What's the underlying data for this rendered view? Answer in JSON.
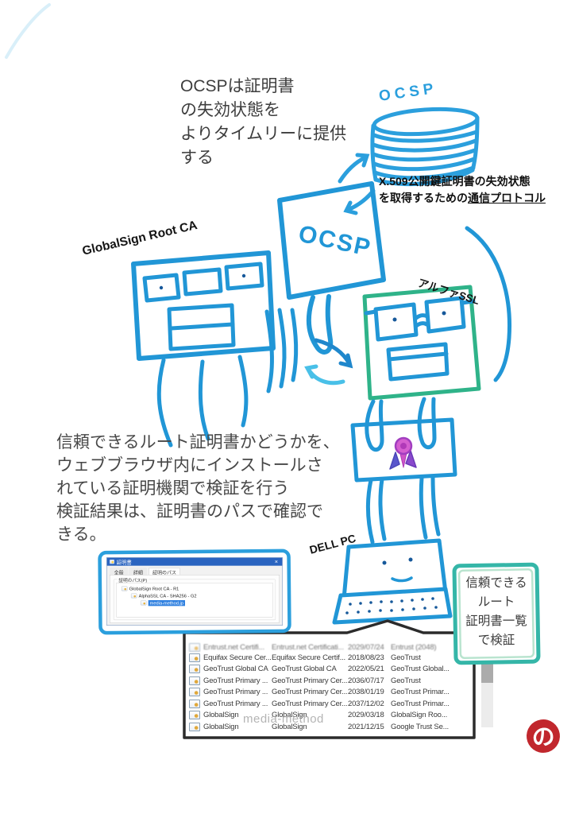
{
  "notes": {
    "top": [
      "OCSPは証明書",
      "の失効状態を",
      "よりタイムリーに提供",
      "する"
    ],
    "protocol_line1": "X.509公開鍵証明書の失効状態",
    "protocol_line2_prefix": "を取得するための",
    "protocol_line2_underlined": "通信プロトコル",
    "middle": [
      "信頼できるルート証明書かどうかを、",
      "ウェブブラウザ内にインストールさ",
      "れている証明機関で検証を行う",
      "検証結果は、証明書のパスで確認で",
      "きる。"
    ]
  },
  "labels": {
    "ocsp_db": "OCSP",
    "ocsp_box": "OCSP",
    "globalsign_root_ca": "GlobalSign Root CA",
    "alpha_ssl": "アルファSSL",
    "dell_pc": "DELL PC"
  },
  "verify_box": {
    "lines": [
      "信頼できる",
      "ルート",
      "証明書一覧",
      "で検証"
    ]
  },
  "cert_dialog": {
    "title": "証明書",
    "close_glyph": "×",
    "tabs": [
      "全般",
      "詳細",
      "証明のパス"
    ],
    "group_label": "証明のパス(P)",
    "tree": [
      {
        "label": "GlobalSign Root CA - R1",
        "selected": false
      },
      {
        "label": "AlphaSSL CA - SHA256 - G2",
        "selected": false
      },
      {
        "label": "media-method.jp",
        "selected": true
      }
    ]
  },
  "cert_table": {
    "partial_row": {
      "name": "Entrust.net Certifi...",
      "issued_by": "Entrust.net Certificati...",
      "expires": "2029/07/24",
      "friendly": "Entrust (2048)"
    },
    "rows": [
      {
        "name": "Equifax Secure Cer...",
        "issued_by": "Equifax Secure Certif...",
        "expires": "2018/08/23",
        "friendly": "GeoTrust"
      },
      {
        "name": "GeoTrust Global CA",
        "issued_by": "GeoTrust Global CA",
        "expires": "2022/05/21",
        "friendly": "GeoTrust Global..."
      },
      {
        "name": "GeoTrust Primary ...",
        "issued_by": "GeoTrust Primary Cer...",
        "expires": "2036/07/17",
        "friendly": "GeoTrust"
      },
      {
        "name": "GeoTrust Primary ...",
        "issued_by": "GeoTrust Primary Cer...",
        "expires": "2038/01/19",
        "friendly": "GeoTrust Primar..."
      },
      {
        "name": "GeoTrust Primary ...",
        "issued_by": "GeoTrust Primary Cer...",
        "expires": "2037/12/02",
        "friendly": "GeoTrust Primar..."
      },
      {
        "name": "GlobalSign",
        "issued_by": "GlobalSign",
        "expires": "2029/03/18",
        "friendly": "GlobalSign Roo..."
      },
      {
        "name": "GlobalSign",
        "issued_by": "GlobalSign",
        "expires": "2021/12/15",
        "friendly": "Google Trust Se..."
      }
    ]
  },
  "watermark": "media-method",
  "logo_glyph": "の",
  "colors": {
    "marker_blue": "#2b9fdd",
    "marker_blue_dark": "#2196d6",
    "marker_teal": "#35b6a8",
    "ribbon_pink": "#d55fd0",
    "logo_red": "#c1272d",
    "titlebar_blue": "#2a64c0",
    "selection_blue": "#2f80e0"
  }
}
